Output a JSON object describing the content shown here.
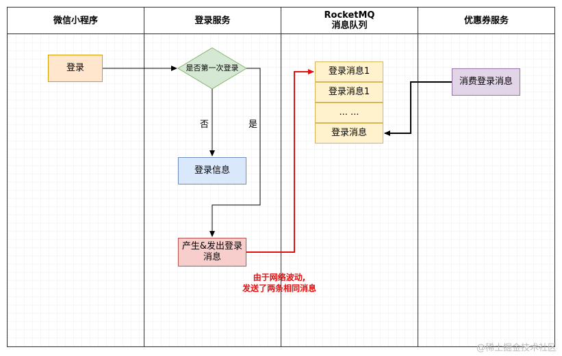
{
  "lanes": {
    "mini_program": "微信小程序",
    "login_service": "登录服务",
    "mq_line1": "RocketMQ",
    "mq_line2": "消息队列",
    "coupon_service": "优惠券服务"
  },
  "nodes": {
    "login": "登录",
    "first_login_decision": "是否第一次登录",
    "login_info": "登录信息",
    "produce_send": "产生&发出登录消息",
    "consume": "消费登录消息"
  },
  "edge_labels": {
    "no": "否",
    "yes": "是"
  },
  "queue_items": [
    "登录消息1",
    "登录消息1",
    "... ...",
    "登录消息"
  ],
  "note": {
    "line1": "由于网络波动,",
    "line2": "发送了两条相同消息"
  },
  "watermark": "@稀土掘金技术社区",
  "colors": {
    "login_fill": "#ffe6cc",
    "decision_fill": "#d5e8d4",
    "info_fill": "#dae8fc",
    "produce_fill": "#f8cecc",
    "queue_fill": "#fff2cc",
    "consume_fill": "#e1d5e7",
    "highlight_red": "#e01010"
  }
}
